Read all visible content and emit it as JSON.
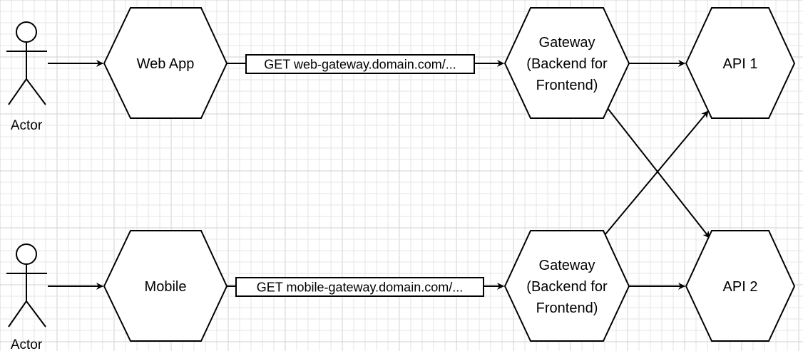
{
  "actors": [
    {
      "id": "actor-top",
      "label": "Actor"
    },
    {
      "id": "actor-bottom",
      "label": "Actor"
    }
  ],
  "nodes": {
    "web_app": {
      "label": "Web App"
    },
    "mobile": {
      "label": "Mobile"
    },
    "gateway_top": {
      "lines": [
        "Gateway",
        "(Backend for",
        "Frontend)"
      ]
    },
    "gateway_bottom": {
      "lines": [
        "Gateway",
        "(Backend for",
        "Frontend)"
      ]
    },
    "api1": {
      "label": "API 1"
    },
    "api2": {
      "label": "API 2"
    }
  },
  "edge_labels": {
    "web": "GET web-gateway.domain.com/...",
    "mobile": "GET mobile-gateway.domain.com/..."
  },
  "colors": {
    "background": "#ffffff",
    "stroke": "#000000",
    "grid": "#e6e6e6"
  }
}
